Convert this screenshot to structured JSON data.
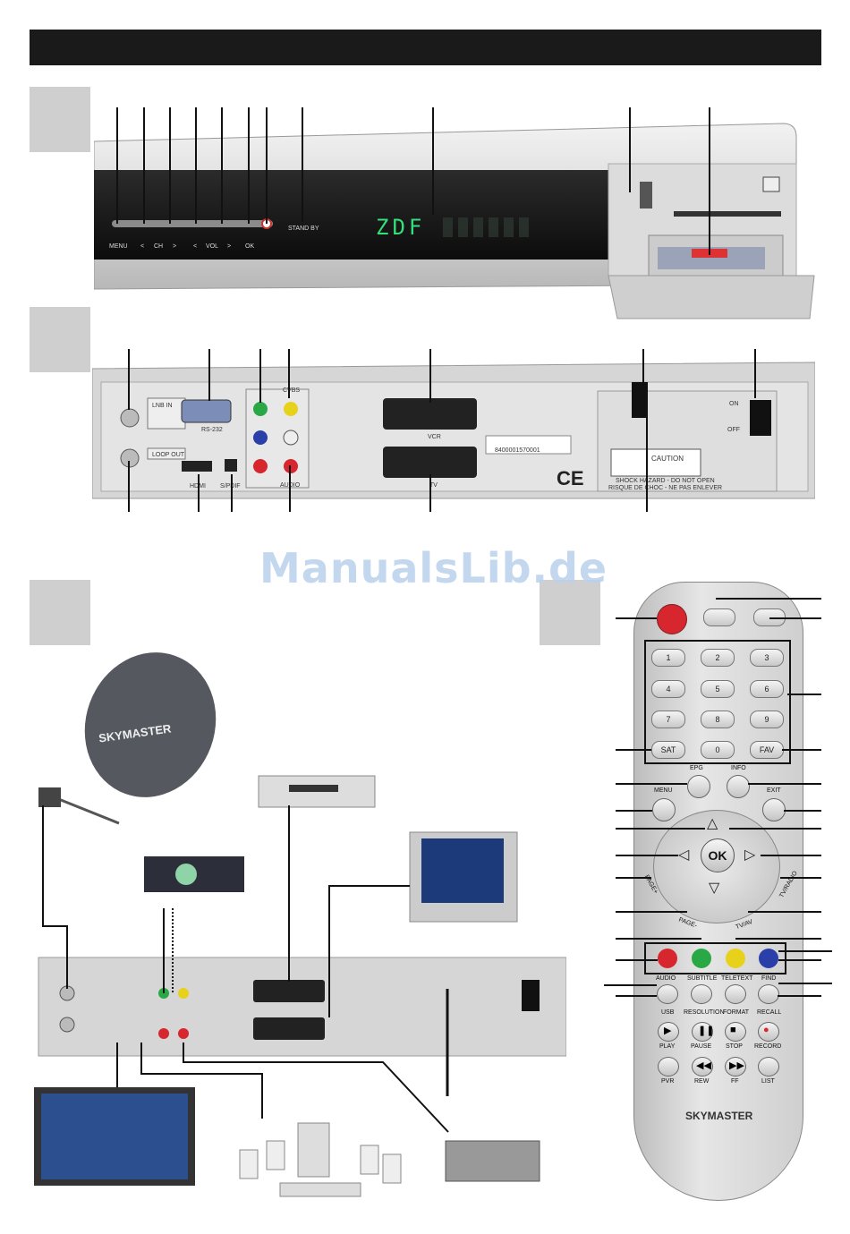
{
  "colors": {
    "header_bar": "#1a1a1a",
    "grey_box": "#cfcfcf",
    "watermark": "#b9d1ec",
    "red": "#d8262e",
    "green": "#2aa845",
    "yellow": "#e8d11a",
    "blue": "#2b3fa8"
  },
  "watermark": "ManualsLib.de",
  "front": {
    "buttons": [
      "MENU",
      "<",
      "CH",
      ">",
      "<",
      "VOL",
      ">",
      "OK"
    ],
    "standby": "STAND BY",
    "display": "ZDF"
  },
  "rear": {
    "lnb_in": "LNB IN",
    "loop_out": "LOOP OUT",
    "rs232": "RS-232",
    "hdmi": "HDMI",
    "spdif": "S/PDIF",
    "cvbs": "CVBS",
    "audio": "AUDIO",
    "vcr": "VCR",
    "tv": "TV",
    "on": "ON",
    "off": "OFF",
    "caution": "CAUTION",
    "shock": "SHOCK HAZARD - DO NOT OPEN",
    "risque": "RISQUE DE CHOC - NE PAS ENLEVER",
    "barcode": "8400001570001",
    "ce": "CE"
  },
  "brand": "SKYMASTER",
  "remote": {
    "numbers": [
      "1",
      "2",
      "3",
      "4",
      "5",
      "6",
      "7",
      "8",
      "9",
      "0"
    ],
    "sat": "SAT",
    "fav": "FAV",
    "epg": "EPG",
    "info": "INFO",
    "menu": "MENU",
    "exit": "EXIT",
    "ok": "OK",
    "page_plus": "PAGE+",
    "page_minus": "PAGE-",
    "tvradio": "TV/RADIO",
    "tvav": "TV/AV",
    "row1": [
      "AUDIO",
      "SUBTITLE",
      "TELETEXT",
      "FIND"
    ],
    "row2": [
      "USB",
      "RESOLUTION",
      "FORMAT",
      "RECALL"
    ],
    "row3": [
      "PLAY",
      "PAUSE",
      "STOP",
      "RECORD"
    ],
    "row4": [
      "PVR",
      "REW",
      "FF",
      "LIST"
    ]
  }
}
